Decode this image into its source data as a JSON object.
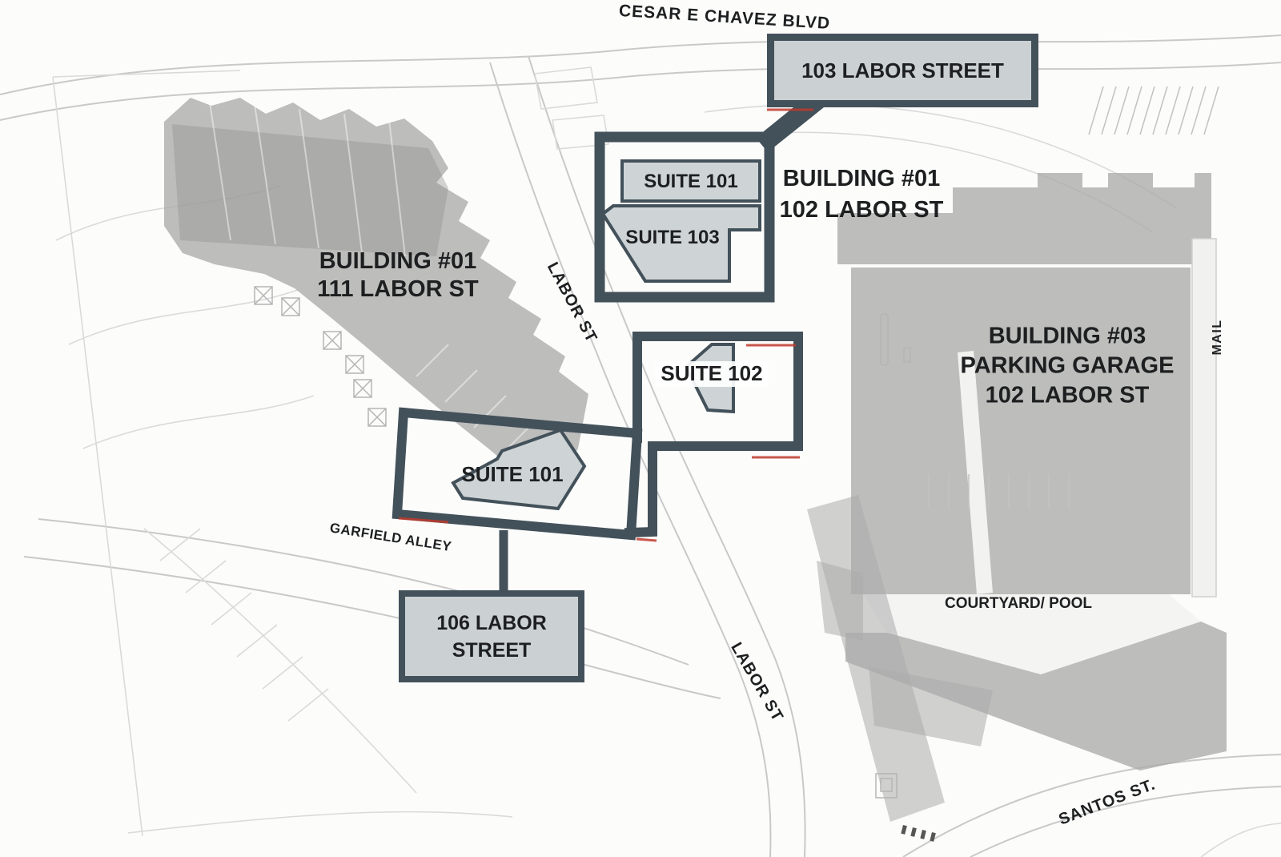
{
  "colors": {
    "outline": "#43515a",
    "callout_fill": "#cbd0d2",
    "suite_fill": "#ced4d6",
    "building_gray": "#ababab",
    "accent_red": "#c03a2b",
    "label_ink": "#1d1f20",
    "sketch_line": "#c9c9c9"
  },
  "streets": {
    "cesar_chavez_blvd": "CESAR E CHAVEZ BLVD",
    "labor_st_upper": "LABOR ST",
    "labor_st_lower": "LABOR ST",
    "garfield_alley": "GARFIELD ALLEY",
    "santos_st": "SANTOS ST."
  },
  "callouts": {
    "labor_103": {
      "label": "103 LABOR STREET"
    },
    "labor_106": {
      "line1": "106 LABOR",
      "line2": "STREET"
    }
  },
  "buildings": {
    "building01_west": {
      "line1": "BUILDING #01",
      "line2": "111 LABOR ST"
    },
    "building01_east": {
      "line1": "BUILDING #01",
      "line2": "102 LABOR ST"
    },
    "building03_garage": {
      "line1": "BUILDING #03",
      "line2": "PARKING GARAGE",
      "line3": "102 LABOR ST"
    },
    "courtyard_pool": "COURTYARD/ POOL",
    "mail_room": "MAIL"
  },
  "suites": {
    "suite_101_upper": "SUITE 101",
    "suite_103": "SUITE 103",
    "suite_102": "SUITE 102",
    "suite_101_lower": "SUITE 101"
  }
}
